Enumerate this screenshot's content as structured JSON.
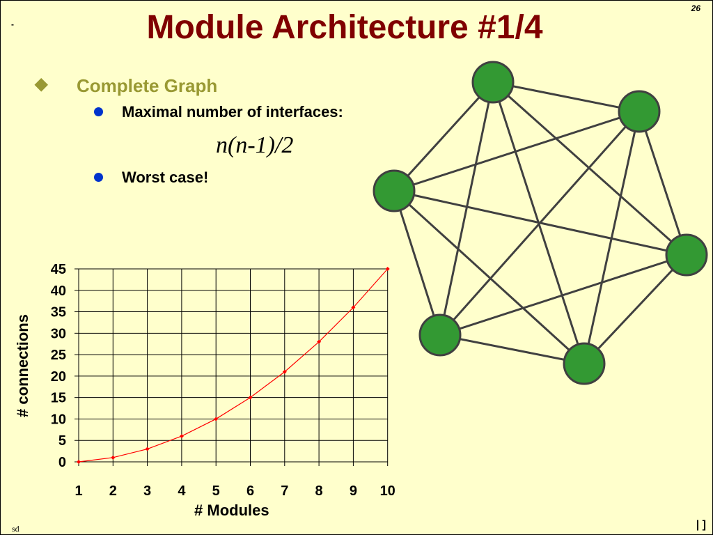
{
  "slide": {
    "number": "26",
    "title": "Module Architecture #1/4",
    "corner_mark": "-",
    "footer_left": "sd",
    "footer_right": "| ]"
  },
  "content": {
    "bullet_level1": "Complete Graph",
    "bullet_level2_a": "Maximal number of interfaces:",
    "formula": "n(n-1)/2",
    "bullet_level2_b": "Worst case!"
  },
  "graph": {
    "node_color": "#339933",
    "edge_color": "#404040",
    "node_count": 6
  },
  "chart_data": {
    "type": "line",
    "x": [
      1,
      2,
      3,
      4,
      5,
      6,
      7,
      8,
      9,
      10
    ],
    "y": [
      0,
      1,
      3,
      6,
      10,
      15,
      21,
      28,
      36,
      45
    ],
    "xlabel": "# Modules",
    "ylabel": "# connections",
    "ylim": [
      0,
      45
    ],
    "yticks": [
      0,
      5,
      10,
      15,
      20,
      25,
      30,
      35,
      40,
      45
    ],
    "line_color": "#ff0000",
    "grid": true
  }
}
